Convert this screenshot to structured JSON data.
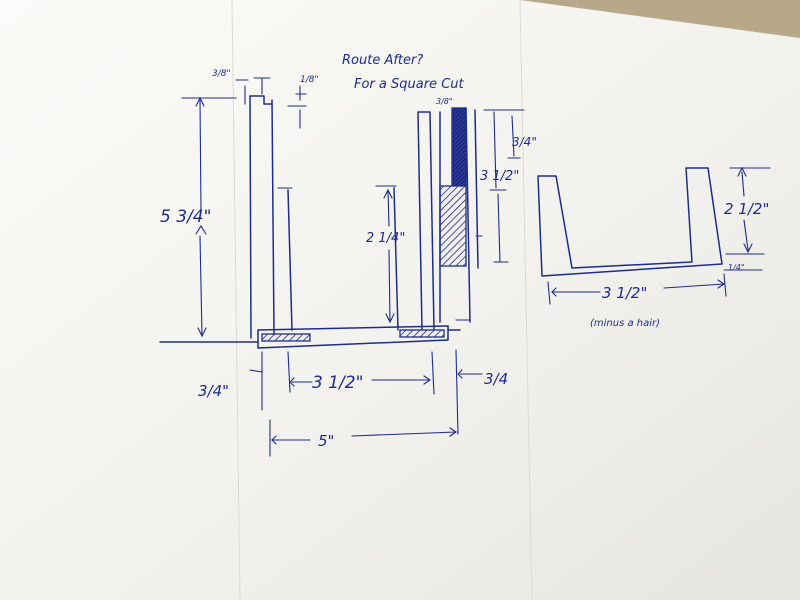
{
  "colors": {
    "ink": "#1f2c8a",
    "paper": "#f4f3ef",
    "background": "#b8a88a"
  },
  "note": {
    "line1": "Route After?",
    "line2": "For a Square Cut"
  },
  "dims": {
    "top_small_left": "3/8\"",
    "top_small_right": "1/8\"",
    "left_height": "5 3/4\"",
    "inner_height": "2 1/4\"",
    "detail_top_small": "3/8\"",
    "detail_upper": "3/4\"",
    "detail_mid": "3 1/2\"",
    "left_thickness": "3/4\"",
    "inner_width": "3 1/2\"",
    "right_thickness": "3/4",
    "total_width": "5\"",
    "right_height": "2 1/2\"",
    "right_base": "1/4\"",
    "right_width": "3 1/2\""
  },
  "caption": "(minus a hair)"
}
